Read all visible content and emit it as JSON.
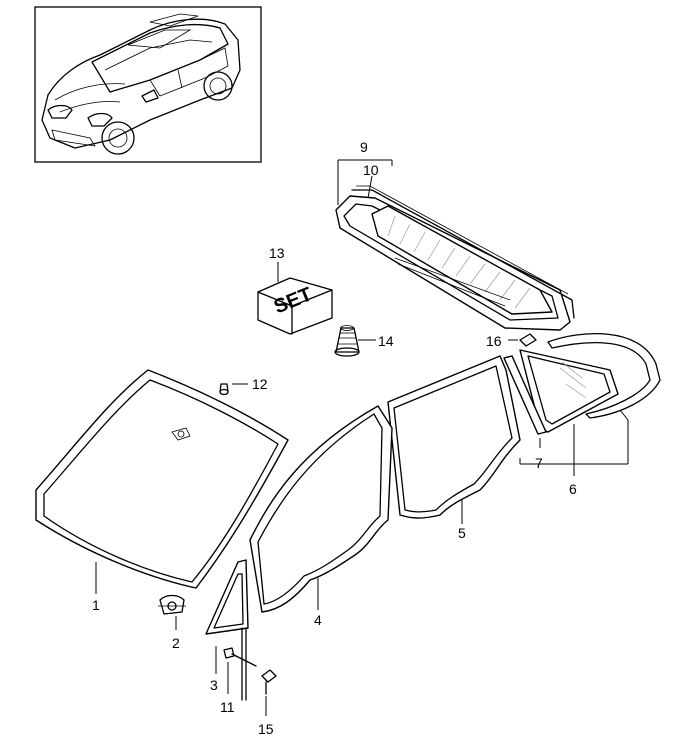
{
  "diagram": {
    "set_box_text": "SET",
    "labels": {
      "p1": "1",
      "p2": "2",
      "p3": "3",
      "p4": "4",
      "p5": "5",
      "p6": "6",
      "p7": "7",
      "p9": "9",
      "p10": "10",
      "p11": "11",
      "p12": "12",
      "p13": "13",
      "p14": "14",
      "p15": "15",
      "p16": "16"
    }
  }
}
